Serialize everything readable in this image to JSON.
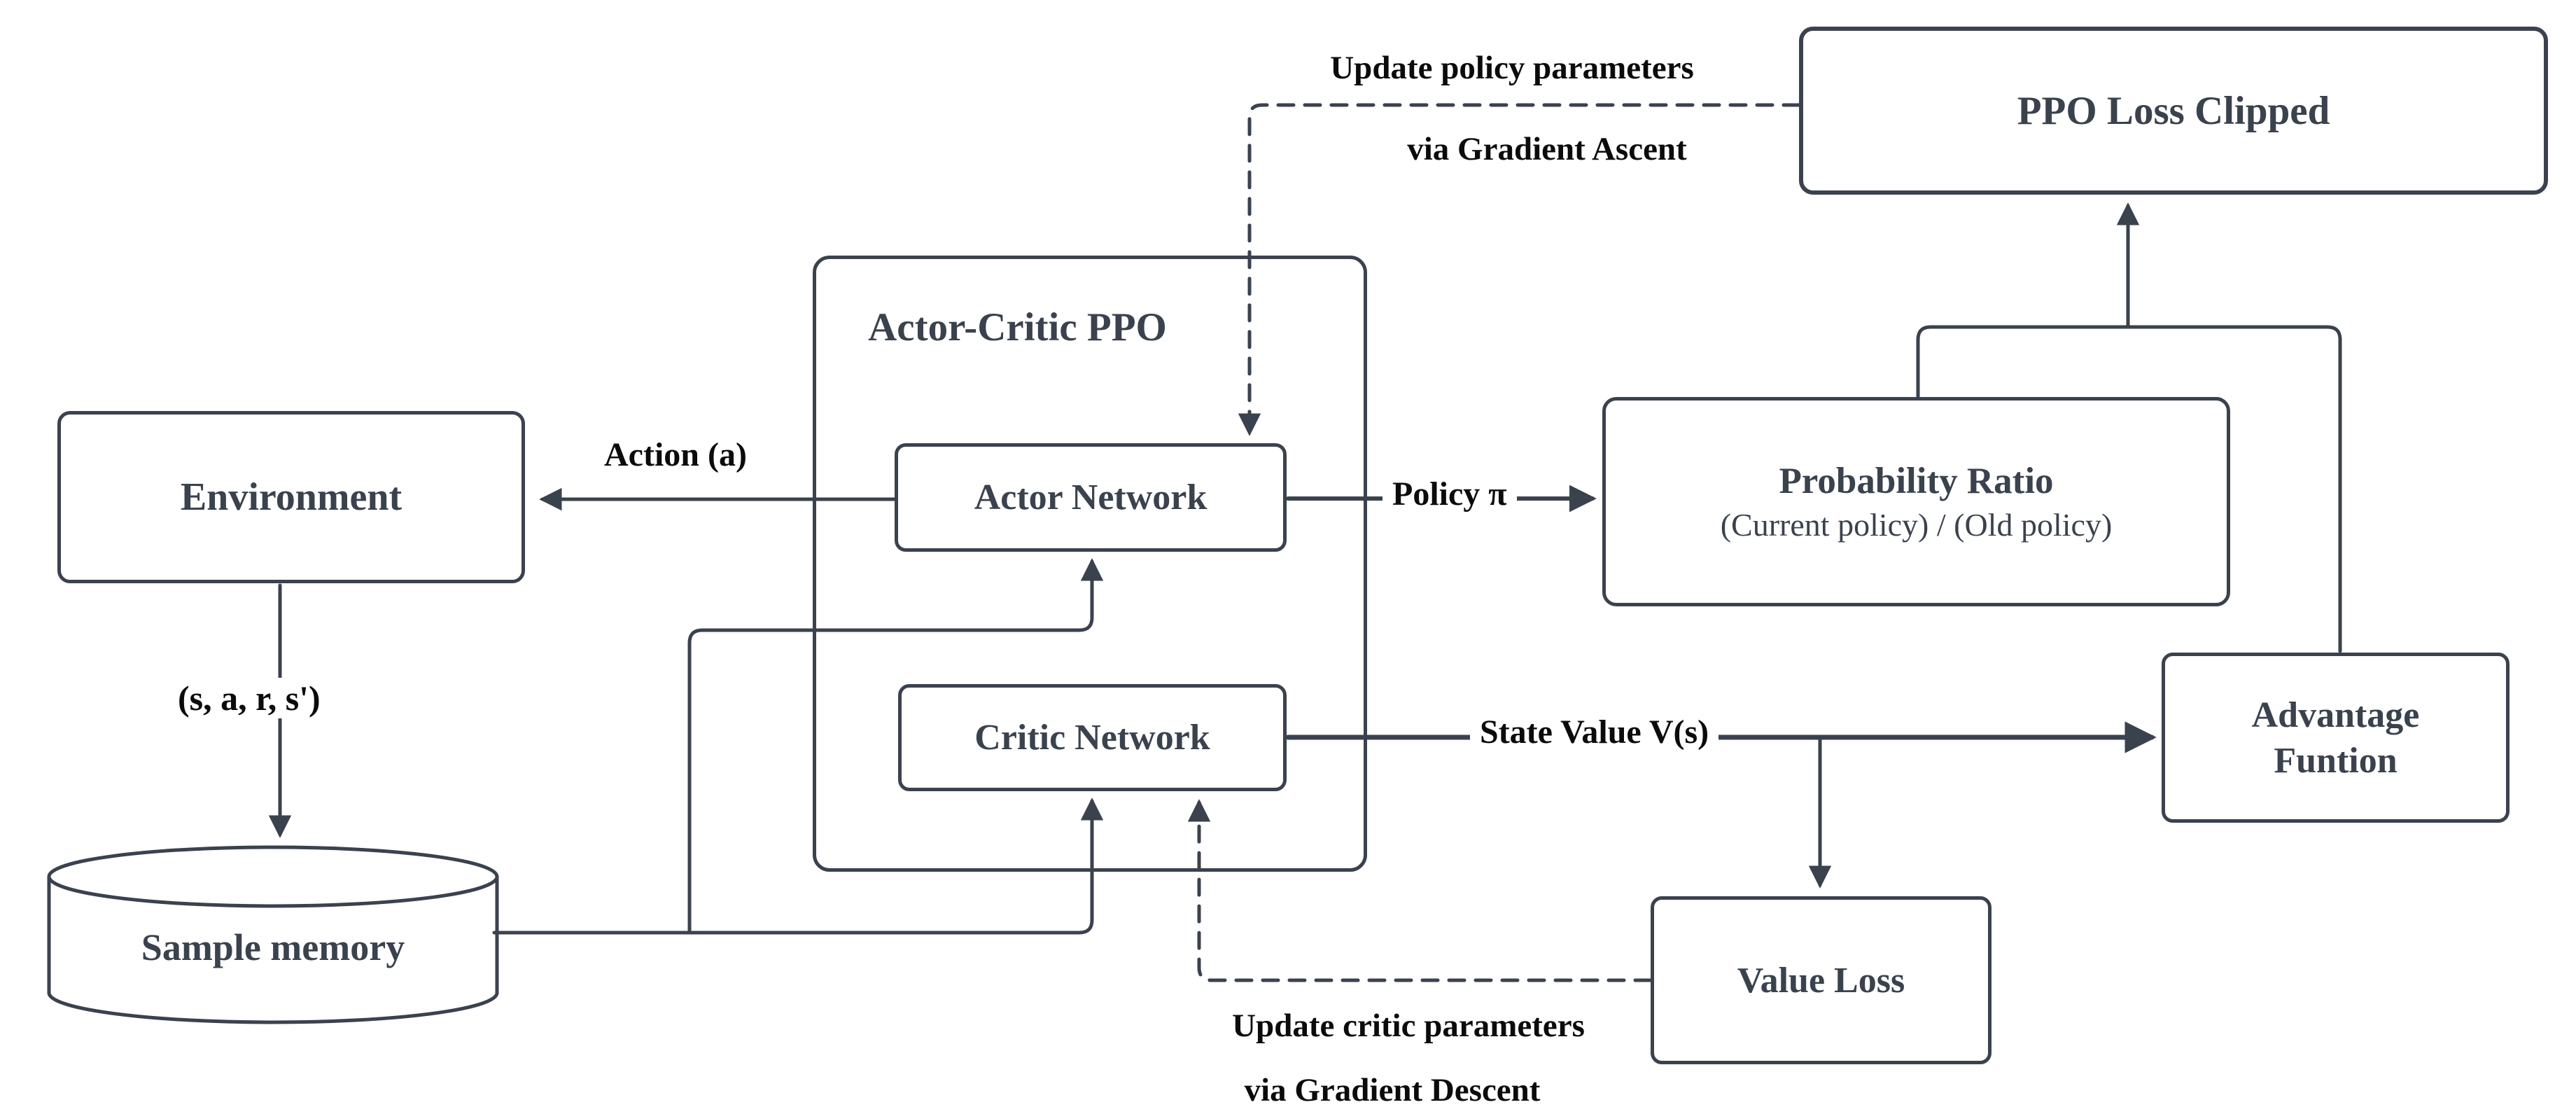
{
  "diagram": {
    "title": "Actor-Critic PPO",
    "colors": {
      "stroke": "#3a424e",
      "edge_label_text": "#0b0b0b",
      "node_text": "#3a424e",
      "background": "#ffffff"
    },
    "nodes": {
      "environment": {
        "label": "Environment"
      },
      "sample_memory": {
        "label": "Sample memory"
      },
      "actor_network": {
        "label": "Actor Network"
      },
      "critic_network": {
        "label": "Critic Network"
      },
      "ppo_loss": {
        "label": "PPO Loss Clipped"
      },
      "probability_ratio": {
        "label": "Probability Ratio",
        "sublabel": "(Current policy) / (Old policy)"
      },
      "advantage_function": {
        "label_line1": "Advantage",
        "label_line2": "Funtion"
      },
      "value_loss": {
        "label": "Value Loss"
      }
    },
    "edge_labels": {
      "action": "Action (a)",
      "transition": "(s, a, r, s')",
      "policy": "Policy π",
      "state_value": "State Value V(s)",
      "update_policy_line1": "Update policy parameters",
      "update_policy_line2": "via Gradient Ascent",
      "update_critic_line1": "Update critic parameters",
      "update_critic_line2": "via Gradient Descent"
    }
  }
}
